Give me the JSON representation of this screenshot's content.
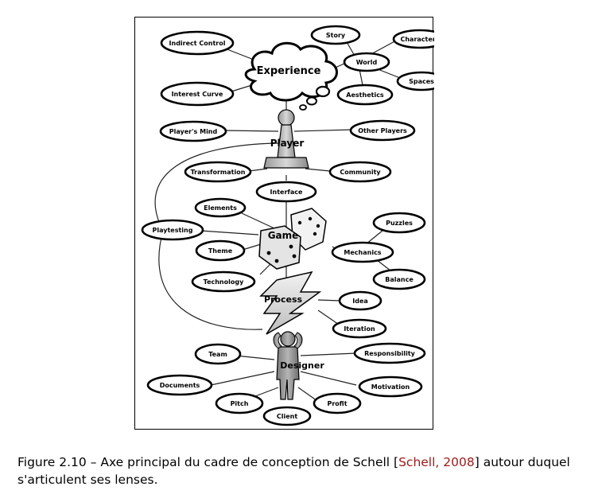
{
  "diagram": {
    "hubs": {
      "experience": "Experience",
      "player": "Player",
      "game": "Game",
      "process": "Process",
      "designer": "Designer"
    },
    "nodes": [
      {
        "id": "indirect-control",
        "label": "Indirect Control"
      },
      {
        "id": "interest-curve",
        "label": "Interest Curve"
      },
      {
        "id": "story",
        "label": "Story"
      },
      {
        "id": "characters",
        "label": "Characters"
      },
      {
        "id": "world",
        "label": "World"
      },
      {
        "id": "spaces",
        "label": "Spaces"
      },
      {
        "id": "aesthetics",
        "label": "Aesthetics"
      },
      {
        "id": "players-mind",
        "label": "Player's Mind"
      },
      {
        "id": "other-players",
        "label": "Other Players"
      },
      {
        "id": "transformation",
        "label": "Transformation"
      },
      {
        "id": "community",
        "label": "Community"
      },
      {
        "id": "interface",
        "label": "Interface"
      },
      {
        "id": "elements",
        "label": "Elements"
      },
      {
        "id": "playtesting",
        "label": "Playtesting"
      },
      {
        "id": "theme",
        "label": "Theme"
      },
      {
        "id": "technology",
        "label": "Technology"
      },
      {
        "id": "puzzles",
        "label": "Puzzles"
      },
      {
        "id": "mechanics",
        "label": "Mechanics"
      },
      {
        "id": "balance",
        "label": "Balance"
      },
      {
        "id": "idea",
        "label": "Idea"
      },
      {
        "id": "iteration",
        "label": "Iteration"
      },
      {
        "id": "team",
        "label": "Team"
      },
      {
        "id": "documents",
        "label": "Documents"
      },
      {
        "id": "responsibility",
        "label": "Responsibility"
      },
      {
        "id": "motivation",
        "label": "Motivation"
      },
      {
        "id": "pitch",
        "label": "Pitch"
      },
      {
        "id": "profit",
        "label": "Profit"
      },
      {
        "id": "client",
        "label": "Client"
      }
    ]
  },
  "caption": {
    "prefix": "Figure 2.10 – Axe principal du cadre de conception de Schell [",
    "citation": "Schell, 2008",
    "suffix": "] autour duquel s'articulent ses lenses."
  }
}
